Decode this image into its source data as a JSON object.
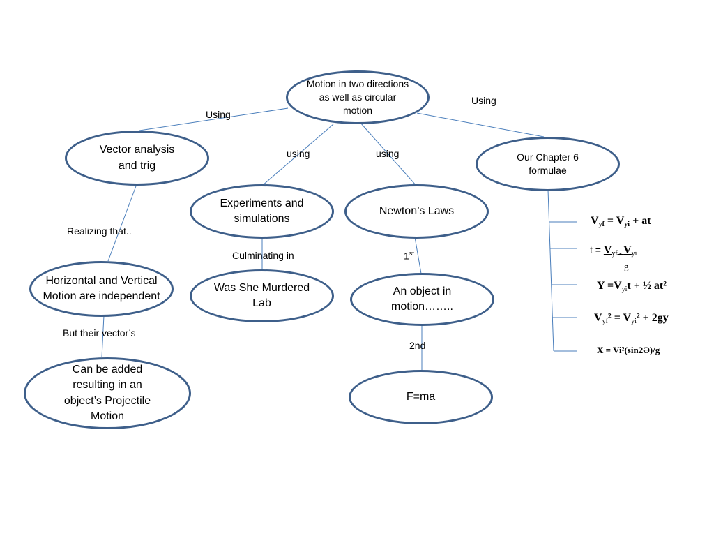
{
  "nodes": {
    "root": "Motion in two directions as well as circular motion",
    "vector": "Vector analysis and trig",
    "experiments": "Experiments and simulations",
    "newton": "Newton’s Laws",
    "chapter": "Our Chapter 6 formulae",
    "horizontal": "Horizontal and Vertical Motion are independent",
    "murdered": "Was She Murdered Lab",
    "object": "An object in motion……..",
    "projectile": "Can be added resulting in an object’s Projectile Motion",
    "fma": "F=ma"
  },
  "labels": {
    "using_left": "Using",
    "using_right": "Using",
    "using_mid1": "using",
    "using_mid2": "using",
    "realizing": "Realizing  that..",
    "culminating": "Culminating in",
    "first": "1",
    "first_sup": "st",
    "but": "But their vector’s",
    "second": "2nd"
  },
  "formulae": {
    "f1": {
      "a": "V",
      "b": "yf",
      "c": " = V",
      "d": "yi",
      "e": " + at"
    },
    "f2": {
      "t": "t = ",
      "a": "V",
      "b": "yf - ",
      "c": "V",
      "d": "yi",
      "den": "g"
    },
    "f3": {
      "a": "Y =V",
      "b": "yi",
      "c": "t + ½ at²"
    },
    "f4": {
      "a": "V",
      "b": "yf",
      "c": "² = V",
      "d": "yi",
      "e": "² + 2gy"
    },
    "f5": "X = Vi²(sin2Ə)/g"
  },
  "colors": {
    "node_border": "#3e5f8a",
    "connector": "#4a7ebb"
  }
}
